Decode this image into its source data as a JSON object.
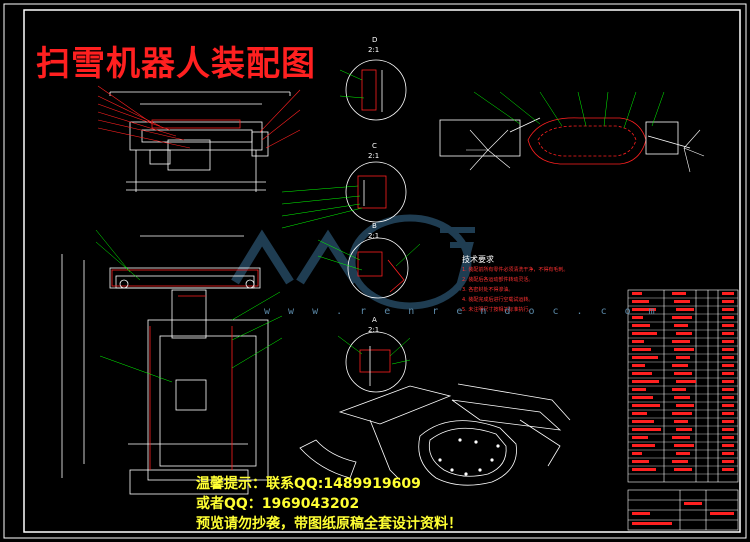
{
  "drawing": {
    "title": "扫雪机器人装配图"
  },
  "views": {
    "detail_a": {
      "label_top": "D",
      "label_scale": "2:1"
    },
    "detail_b": {
      "label_top": "C",
      "label_scale": "2:1"
    },
    "detail_c": {
      "label_top": "B",
      "label_scale": "2:1"
    },
    "detail_d": {
      "label_top": "A",
      "label_scale": "2:1"
    }
  },
  "tech_notes": {
    "title": "技术要求",
    "items": [
      "1. 装配前所有零件必须清洗干净，不得有毛刺。",
      "2. 装配后各运动部件转动灵活。",
      "3. 各密封处不得渗油。",
      "4. 装配完成后进行空载试运转。",
      "5. 未注明尺寸按相关标准执行。"
    ]
  },
  "watermark": {
    "site": "w w w . r e n r e n d o c . c o m",
    "line1": "温馨提示：联系QQ:1489919609",
    "line2": "或者QQ：1969043202",
    "line3": "预览请勿抄袭，带图纸原稿全套设计资料！"
  },
  "colors": {
    "background": "#000000",
    "title": "#ff2020",
    "outline": "#ffffff",
    "leader": "#00ff00",
    "callout": "#ff2020",
    "watermark_text": "#ffff33",
    "watermark_logo": "#3a6f95"
  }
}
